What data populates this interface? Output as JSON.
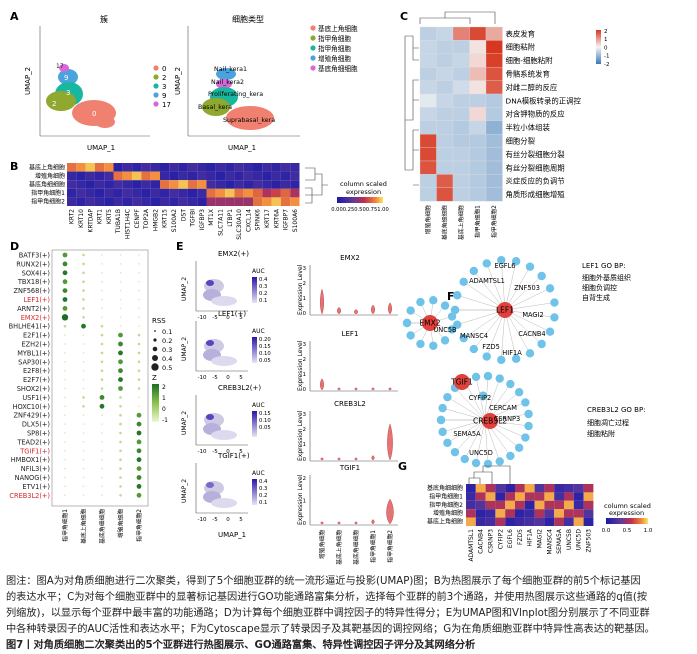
{
  "panels": {
    "A": {
      "letter": "A",
      "left_title": "簇",
      "right_title": "细胞类型",
      "xlabel": "UMAP_1",
      "ylabel": "UMAP_2",
      "cluster_legend": [
        "0",
        "2",
        "3",
        "9",
        "17"
      ],
      "cluster_colors": [
        "#f08070",
        "#8fa830",
        "#19b7a0",
        "#4aa3df",
        "#d668d8"
      ],
      "celltype_legend": [
        "基底上角细胞",
        "指甲角细胞",
        "指甲角细胞",
        "增殖角细胞",
        "基底角细细胞"
      ],
      "celltype_labels": [
        "Nail_kera1",
        "Nail_kera2",
        "Proliferating_kera",
        "Basal_kera",
        "Suprabasal_kera"
      ],
      "cluster_labels": [
        "9",
        "17",
        "3",
        "2",
        "0"
      ]
    },
    "B": {
      "letter": "B",
      "rows": [
        "基底上角细胞",
        "增殖角细胞",
        "基底角细细胞",
        "指甲角细胞1",
        "指甲角细胞2"
      ],
      "genes": [
        "KRT2",
        "KRT10",
        "KRTDAP",
        "KRT1",
        "KRT5",
        "TUBA1B",
        "HIST1H4C",
        "CENPF",
        "TOP2A",
        "HMGB2",
        "KRT15",
        "S100A2",
        "DST",
        "TGFBI",
        "IGFBP3",
        "MT1X",
        "SLC7A11",
        "LTBP1",
        "SLC30A10",
        "CXCL14",
        "SPINK6",
        "KRT17",
        "KRT6A",
        "IGFBP7",
        "S100A6"
      ],
      "legend_title": "column scaled\nexpression",
      "legend_ticks": [
        "0.00",
        "0.25",
        "0.50",
        "0.75",
        "1.00"
      ]
    },
    "C": {
      "letter": "C",
      "terms": [
        "表皮发育",
        "细胞粘附",
        "细胞-细胞粘附",
        "骨骼系统发育",
        "对雌二醇的反应",
        "DNA模板转录的正调控",
        "对含钾物质的反应",
        "半粒小体组装",
        "细胞分裂",
        "有丝分裂细胞分裂",
        "有丝分裂细胞周期",
        "炎症反应的负调节",
        "角质形成细胞增殖"
      ],
      "columns": [
        "增殖角细胞",
        "基底角细细胞",
        "基底上角细胞",
        "指甲角细胞1",
        "指甲角细胞2"
      ],
      "legend_ticks": [
        "2",
        "1",
        "0",
        "-1",
        "-2"
      ]
    },
    "D": {
      "letter": "D",
      "regulons": [
        "BATF3(+)",
        "RUNX2(+)",
        "SOX4(+)",
        "TBX18(+)",
        "ZNF568(+)",
        "LEF1(+)",
        "ARNT2(+)",
        "EMX2(+)",
        "BHLHE41(+)",
        "E2F1(+)",
        "EZH2(+)",
        "MYBL1(+)",
        "SAP30(+)",
        "E2F8(+)",
        "E2F7(+)",
        "SHOX2(+)",
        "USF1(+)",
        "HOXC10(+)",
        "ZNF429(+)",
        "DLX5(+)",
        "SP8(+)",
        "TEAD2(+)",
        "TGIF1(+)",
        "HMBOX1(+)",
        "NFIL3(+)",
        "NANOG(+)",
        "ETV1(+)",
        "CREB3L2(+)"
      ],
      "highlight": [
        "LEF1(+)",
        "EMX2(+)",
        "TGIF1(+)",
        "CREB3L2(+)"
      ],
      "columns": [
        "指甲角细胞1",
        "基底上角细胞",
        "基底角细细胞",
        "增殖角细胞",
        "指甲角细胞2"
      ],
      "rss_title": "RSS",
      "rss_sizes": [
        "0.1",
        "0.2",
        "0.3",
        "0.4",
        "0.5"
      ],
      "z_title": "Z",
      "z_ticks": [
        "2",
        "1",
        "0",
        "-1"
      ]
    },
    "E": {
      "letter": "E",
      "umap_titles": [
        "EMX2(+)",
        "LEF1(+)",
        "CREB3L2(+)",
        "TGIF1(+)"
      ],
      "auc_label": "AUC",
      "auc_ticks": [
        [
          "0.4",
          "0.3",
          "0.2",
          "0.1"
        ],
        [
          "0.20",
          "0.15",
          "0.10",
          "0.05"
        ],
        [
          "0.15",
          "0.10",
          "0.05"
        ],
        [
          "0.4",
          "0.3",
          "0.2",
          "0.1"
        ]
      ],
      "umap_xlabel": "UMAP_1",
      "umap_ylabel": "UMAP_2",
      "umap_xticks": [
        "-10",
        "-5",
        "0",
        "5"
      ],
      "violin_titles": [
        "EMX2",
        "LEF1",
        "CREB3L2",
        "TGIF1"
      ],
      "violin_ylabel": "Expression Level",
      "violin_yticks": [
        [
          "3",
          "2",
          "1",
          "0"
        ],
        [
          "3",
          "2",
          "1",
          "0"
        ],
        [
          "3",
          "2",
          "1",
          "0"
        ],
        [
          "2",
          "1",
          "0"
        ]
      ],
      "violin_xticks": [
        "增殖角细胞",
        "基底上角细胞",
        "基底角细细胞",
        "指甲角细胞1",
        "指甲角细胞2"
      ]
    },
    "F": {
      "letter": "F",
      "hubs": [
        "EMX2",
        "LEF1",
        "TGIF1",
        "CREB3L2"
      ],
      "lef1_targets": [
        "EGFL6",
        "ADAMTSL1",
        "ZNF503",
        "MAGI2",
        "UNC5B",
        "CACNB4",
        "MANSC4",
        "FZD5",
        "HIF1A"
      ],
      "creb3l2_targets": [
        "CYFIP2",
        "CERCAM",
        "CSRNP3",
        "SEMA5A",
        "UNC5D"
      ],
      "lef1_go_title": "LEF1 GO BP:",
      "lef1_go": [
        "细胞外基质组织",
        "细胞负调控",
        "自背生成"
      ],
      "creb3l2_go_title": "CREB3L2 GO BP:",
      "creb3l2_go": [
        "细胞凋亡过程",
        "细胞粘附"
      ]
    },
    "G": {
      "letter": "G",
      "rows": [
        "基底角细细胞",
        "指甲角细胞1",
        "指甲角细胞2",
        "增殖角细胞",
        "基底上角细胞"
      ],
      "genes": [
        "ADAMTSL1",
        "CACNB4",
        "CSRNP3",
        "CYFIP2",
        "EGFL6",
        "FZD5",
        "HIF1A",
        "MAGI2",
        "MANSC4",
        "SEMA5A",
        "UNC5B",
        "UNC5D",
        "ZNF503"
      ],
      "legend_title": "column scaled\nexpression",
      "legend_ticks": [
        "0.0",
        "0.5",
        "1.0"
      ]
    }
  },
  "caption": {
    "line1": "图注：图A为对角质细胞进行二次聚类，得到了5个细胞亚群的统一流形逼近与投影(UMAP)图；B为热图展示了每个细胞亚群的前5个标记基因",
    "line2": "的表达水平；C为对每个细胞亚群中的显著标记基因进行GO功能通路富集分析，选择每个亚群的前3个通路，并使用热图展示这些通路的q值(按",
    "line3": "列缩放)，以显示每个亚群中最丰富的功能通路；D为计算每个细胞亚群中调控因子的特异性得分；E为UMAP图和Vlnplot图分别展示了不同亚群",
    "line4": "中各种转录因子的AUC活性和表达水平；F为Cytoscape显示了转录因子及其靶基因的调控网络；G为在角质细胞亚群中特异性高表达的靶基因。",
    "title": "图7丨对角质细胞二次聚类出的5个亚群进行热图展示、GO通路富集、特异性调控因子评分及其网络分析"
  }
}
